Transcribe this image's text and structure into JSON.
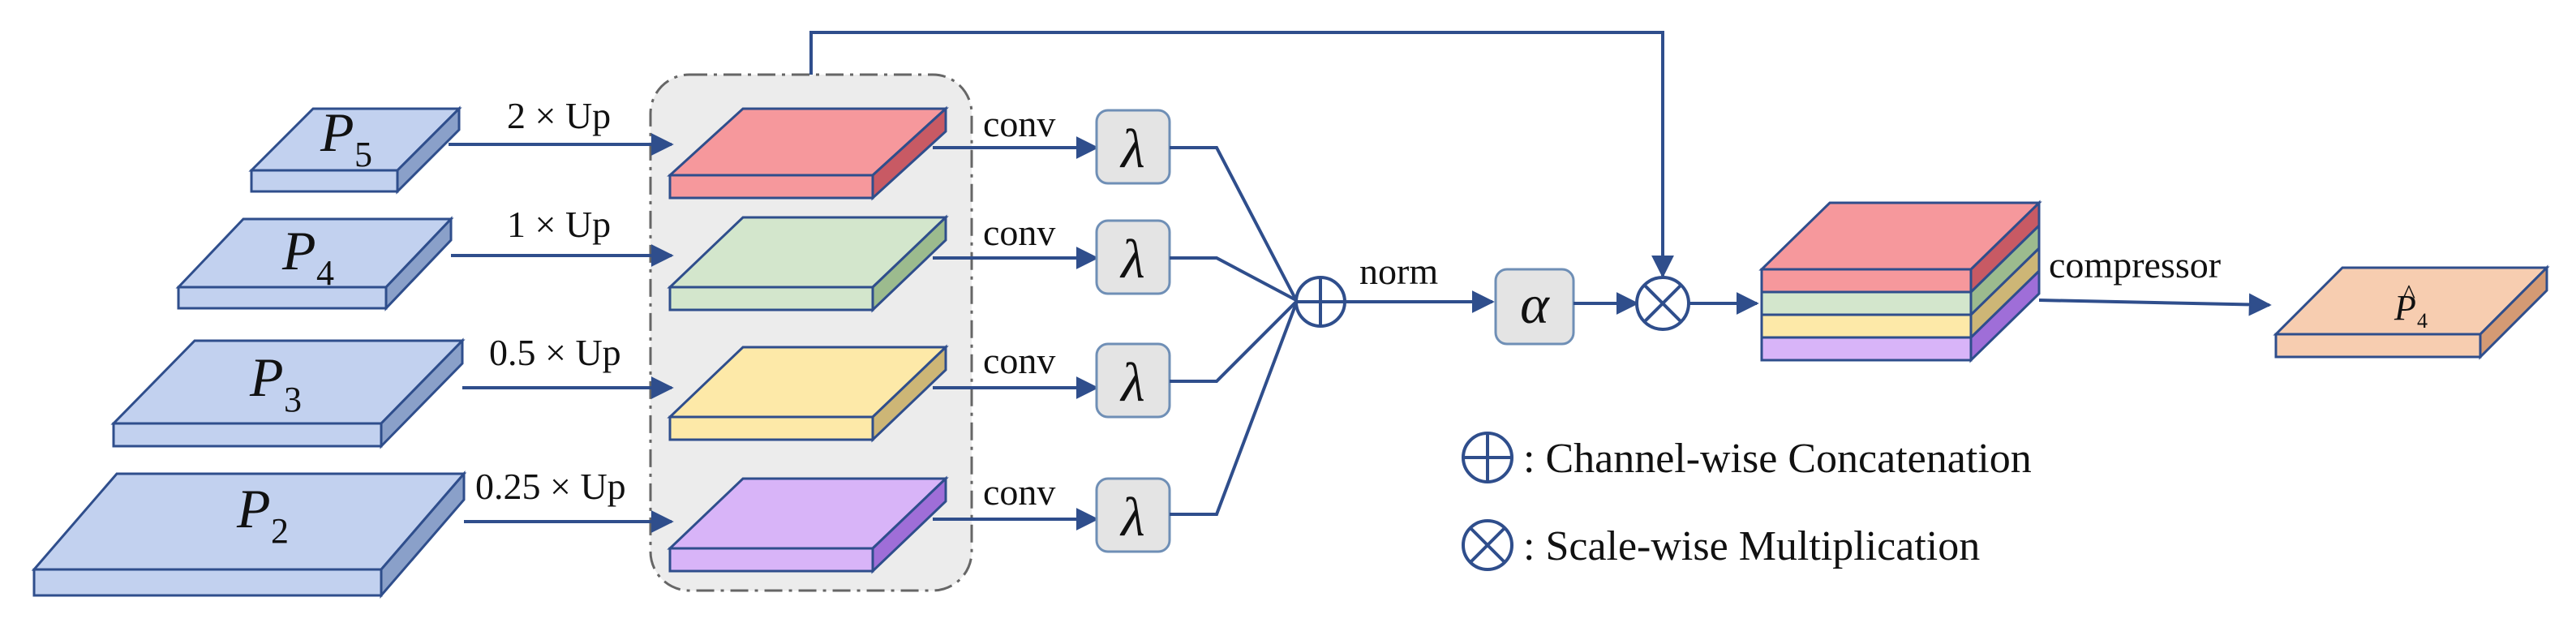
{
  "inputs": [
    {
      "name": "P",
      "sub": "5",
      "scale": "2 × Up"
    },
    {
      "name": "P",
      "sub": "4",
      "scale": "1 × Up"
    },
    {
      "name": "P",
      "sub": "3",
      "scale": "0.5 × Up"
    },
    {
      "name": "P",
      "sub": "2",
      "scale": "0.25 × Up"
    }
  ],
  "conv_label": "conv",
  "lambda_symbol": "λ",
  "norm_label": "norm",
  "alpha_symbol": "α",
  "compressor_label": "compressor",
  "output": {
    "name": "P",
    "hat": "^",
    "sub": "4"
  },
  "legend": {
    "concat": ": Channel-wise Concatenation",
    "mult": ": Scale-wise Multiplication"
  },
  "colors": {
    "line": "#2f4e8c",
    "input_top": "#c2d1ef",
    "input_side": "#8aa0c9",
    "red_top": "#f6989c",
    "red_side": "#c85a64",
    "green_top": "#d3e6cc",
    "green_side": "#9cbb8e",
    "yellow_top": "#fde9a8",
    "yellow_side": "#cdb676",
    "purple_top": "#d8b4f8",
    "purple_side": "#9f6ed8",
    "output_top": "#f7cdb0",
    "output_side": "#d49a74",
    "panel": "#ececec",
    "lambda_box": "#e4e4e4"
  }
}
